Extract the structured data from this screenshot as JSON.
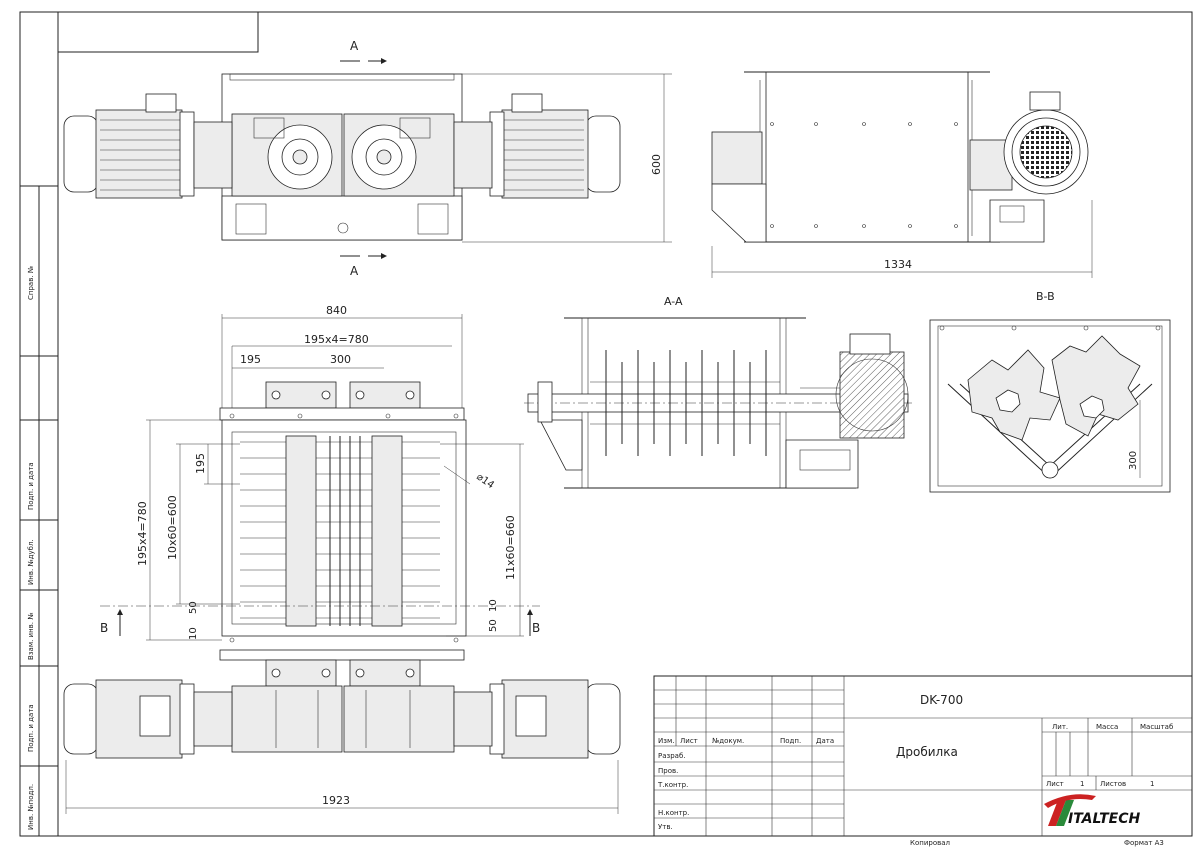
{
  "title_block": {
    "designation": "DK-700",
    "name": "Дробилка",
    "col_lit": "Лит.",
    "col_mass": "Масса",
    "col_scale": "Масштаб",
    "sheet_label": "Лист",
    "sheet_value": "1",
    "sheets_label": "Листов",
    "sheets_value": "1",
    "hdr_izm": "Изм.",
    "hdr_list": "Лист",
    "hdr_docnum": "№докум.",
    "hdr_sign": "Подп.",
    "hdr_date": "Дата",
    "row_razrab": "Разраб.",
    "row_prov": "Пров.",
    "row_tkontr": "Т.контр.",
    "row_nkontr": "Н.контр.",
    "row_utv": "Утв.",
    "copied": "Копировал",
    "format": "Формат А3",
    "logo_text": "ITALTECH"
  },
  "side_stamps": {
    "sprav": "Справ. №",
    "podp_data_1": "Подп. и дата",
    "inv_dubl": "Инв. №дубл.",
    "vzam_inv": "Взам. инв. №",
    "podp_data_2": "Подп. и дата",
    "inv_podl": "Инв. №подл."
  },
  "section_marks": {
    "a_top": "А",
    "a_bottom": "А",
    "b_left": "B",
    "b_right": "B",
    "section_aa": "A-A",
    "section_bb": "B-B"
  },
  "dimensions": {
    "height_600": "600",
    "length_1334": "1334",
    "width_840": "840",
    "pitch_780_top": "195x4=780",
    "d195_top": "195",
    "d300": "300",
    "d195_left": "195",
    "pitch_780_left": "195x4=780",
    "pitch_600": "10x60=600",
    "d50_left": "50",
    "d10_left": "10",
    "hole_d14": "⌀14",
    "pitch_660": "11x60=660",
    "d50_right": "50",
    "d10_right": "10",
    "length_1923": "1923",
    "bb_300": "300"
  }
}
